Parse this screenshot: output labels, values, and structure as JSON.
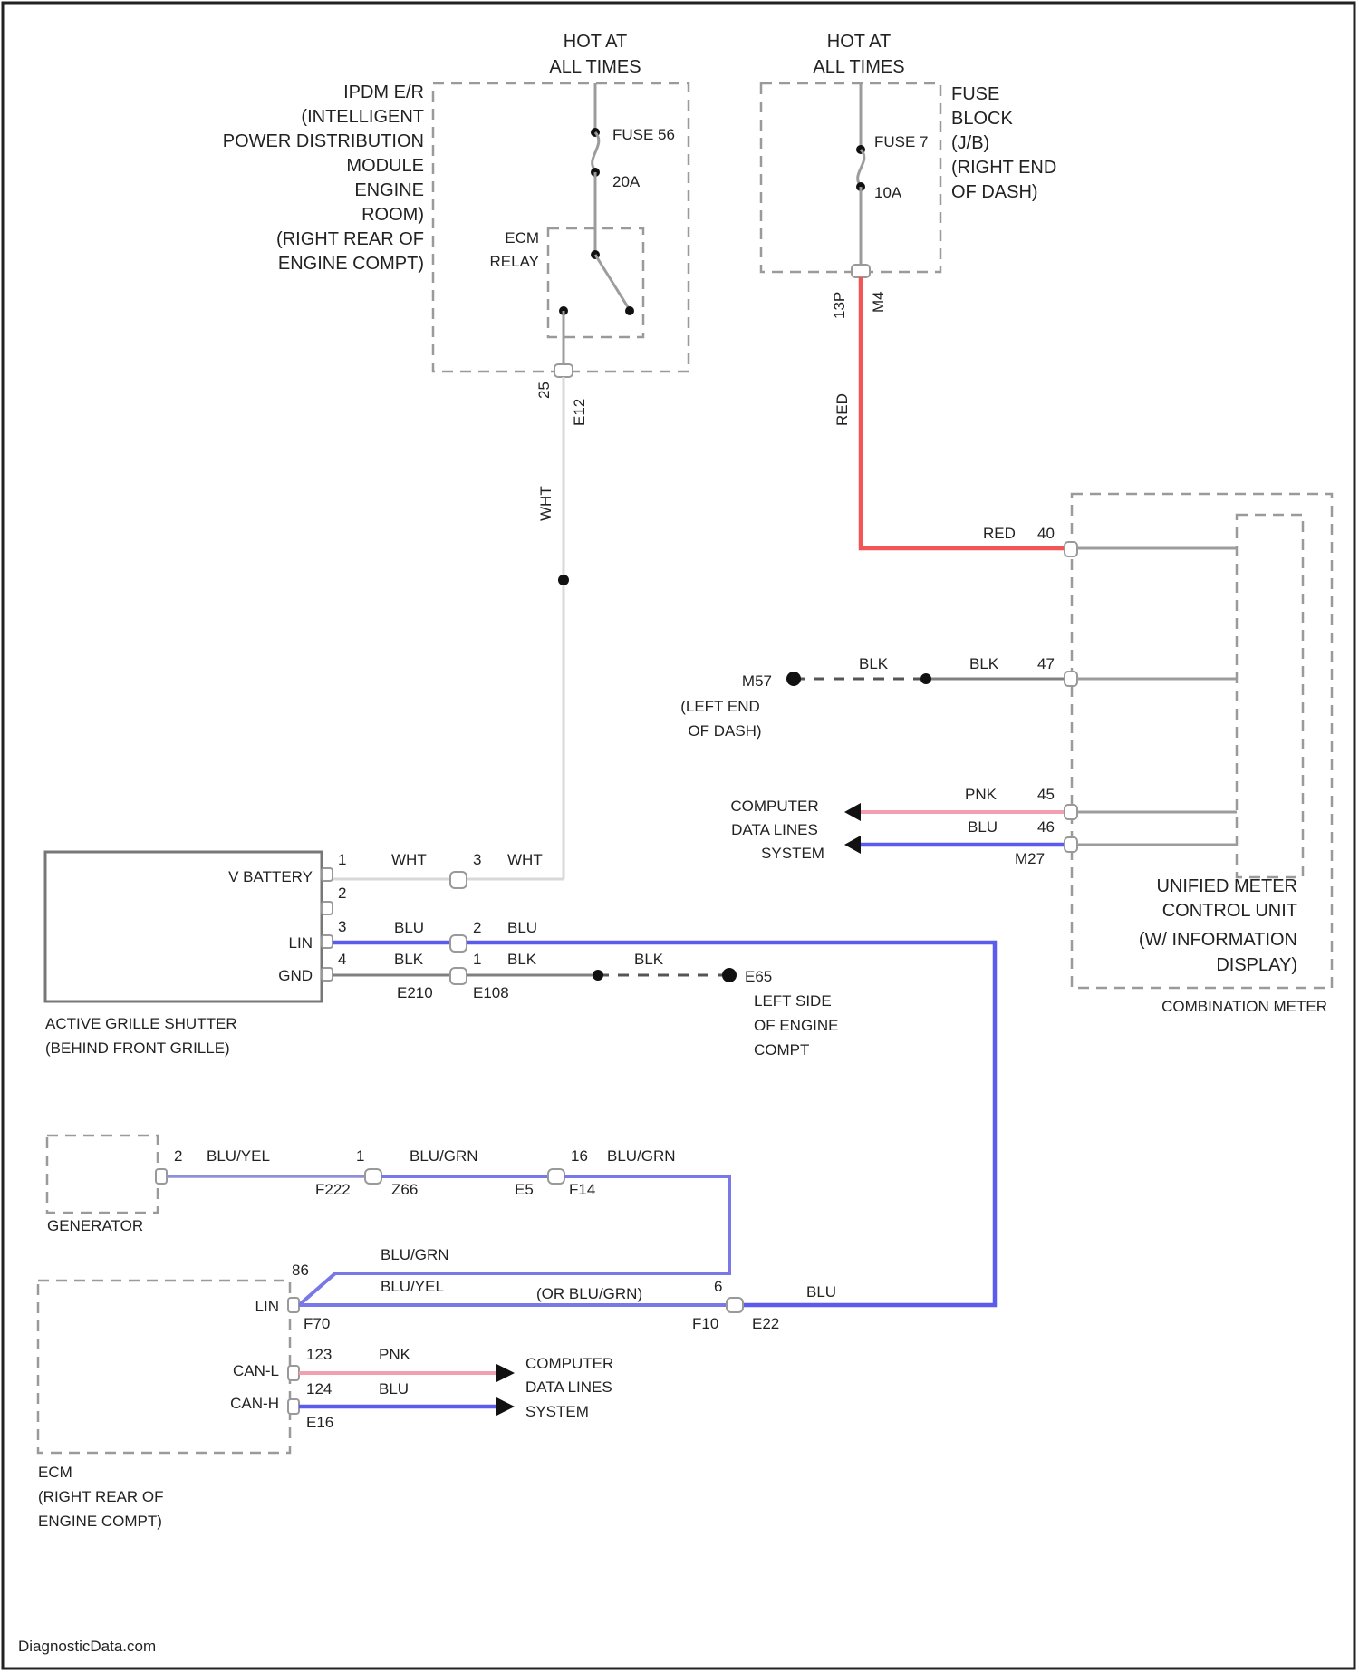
{
  "ipdm": {
    "hot": [
      "HOT AT",
      "ALL TIMES"
    ],
    "name": [
      "IPDM E/R",
      "(INTELLIGENT",
      "POWER DISTRIBUTION",
      "MODULE",
      "ENGINE",
      "ROOM)",
      "(RIGHT REAR OF",
      "ENGINE COMPT)"
    ],
    "fuse": "FUSE 56",
    "amp": "20A",
    "relay": [
      "ECM",
      "RELAY"
    ],
    "pin": "25",
    "conn": "E12",
    "wire": "WHT"
  },
  "fuse_block": {
    "hot": [
      "HOT AT",
      "ALL TIMES"
    ],
    "name": [
      "FUSE",
      "BLOCK",
      "(J/B)",
      "(RIGHT END",
      "OF DASH)"
    ],
    "fuse": "FUSE 7",
    "amp": "10A",
    "pin": "13P",
    "conn": "M4",
    "wire": "RED"
  },
  "combination_meter": {
    "label": "COMBINATION METER",
    "unit": [
      "UNIFIED METER",
      "CONTROL UNIT",
      "(W/ INFORMATION",
      "DISPLAY)"
    ],
    "pins": [
      {
        "wire": "RED",
        "pin": "40"
      },
      {
        "wire": "BLK",
        "pin": "47"
      },
      {
        "wire": "PNK",
        "pin": "45"
      },
      {
        "wire": "BLU",
        "pin": "46"
      }
    ],
    "conn": "M27",
    "ground": {
      "id": "M57",
      "wire": "BLK",
      "loc": [
        "(LEFT END",
        "OF DASH)"
      ]
    },
    "data_lines": [
      "COMPUTER",
      "DATA LINES",
      "SYSTEM"
    ]
  },
  "grille": {
    "label": [
      "ACTIVE GRILLE SHUTTER",
      "(BEHIND FRONT GRILLE)"
    ],
    "vbat": "V BATTERY",
    "lin": "LIN",
    "gnd": "GND",
    "pins": [
      "1",
      "2",
      "3",
      "4"
    ],
    "wires": [
      {
        "pin": "1",
        "color": "WHT",
        "pin2": "3",
        "color2": "WHT"
      },
      {
        "pin": "3",
        "color": "BLU",
        "pin2": "2",
        "color2": "BLU"
      },
      {
        "pin": "4",
        "color": "BLK",
        "pin2": "1",
        "color2": "BLK"
      }
    ],
    "conn1": "E210",
    "conn2": "E108",
    "ground": {
      "wire": "BLK",
      "id": "E65",
      "loc": [
        "LEFT SIDE",
        "OF ENGINE",
        "COMPT"
      ]
    }
  },
  "generator": {
    "label": "GENERATOR",
    "wires": [
      {
        "pin": "2",
        "color": "BLU/YEL"
      },
      {
        "pin": "1",
        "color": "BLU/GRN"
      },
      {
        "pin": "16",
        "color": "BLU/GRN"
      }
    ],
    "conns": [
      "F222",
      "Z66",
      "E5",
      "F14"
    ]
  },
  "ecm": {
    "label": [
      "ECM",
      "(RIGHT REAR OF",
      "ENGINE COMPT)"
    ],
    "lin": "LIN",
    "can_l": "CAN-L",
    "can_h": "CAN-H",
    "pin_lin": "86",
    "wire_grn": "BLU/GRN",
    "wire_yel": "BLU/YEL",
    "wire_alt": "(OR BLU/GRN)",
    "pin_join": "6",
    "conn_lin": "F70",
    "conn_f": "F10",
    "conn_e": "E22",
    "wire_blu": "BLU",
    "pin_can_l": "123",
    "pin_can_h": "124",
    "wire_pnk": "PNK",
    "wire_can_blu": "BLU",
    "conn_can": "E16",
    "data_lines": [
      "COMPUTER",
      "DATA LINES",
      "SYSTEM"
    ]
  },
  "watermark": "DiagnosticData.com"
}
